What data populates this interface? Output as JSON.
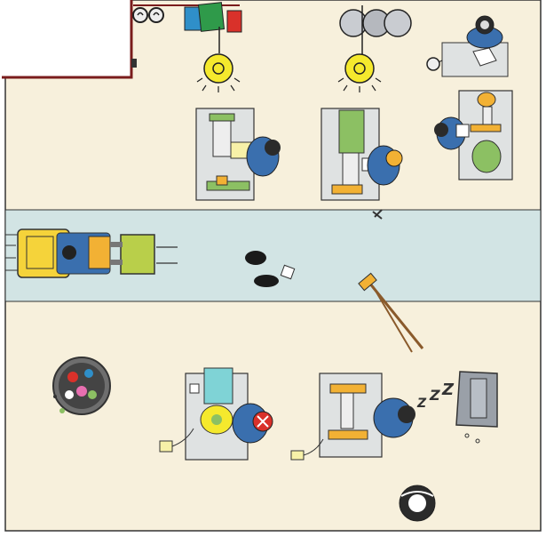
{
  "scene": {
    "palette": {
      "floor": "#f7f0dc",
      "aisle": "#d2e4e4",
      "wall": "#7a1c1c",
      "outline": "#333333",
      "machine_body": "#dfe2e2",
      "machine_green": "#8cc063",
      "machine_yellow": "#f2b134",
      "worker_shirt": "#3a6fae",
      "forklift_yellow": "#f5d33a",
      "forklift_green": "#b9cf4a",
      "lamp": "#f5e92d",
      "hazard_red": "#d9312a",
      "oil": "#1a1a1a"
    },
    "sleep_text": {
      "z1": "Z",
      "z2": "Z",
      "z3": "Z"
    },
    "icons": [
      "ear-protection-icon",
      "flag-icon",
      "ceiling-lamp-icon",
      "ceiling-fan-icon",
      "drum-barrels-icon",
      "forklift-icon",
      "oil-spill-icon",
      "broom-icon",
      "scrap-bin-icon",
      "electrical-outlet-icon",
      "sleeping-worker-icon",
      "fallen-locker-icon",
      "tire-icon"
    ]
  }
}
